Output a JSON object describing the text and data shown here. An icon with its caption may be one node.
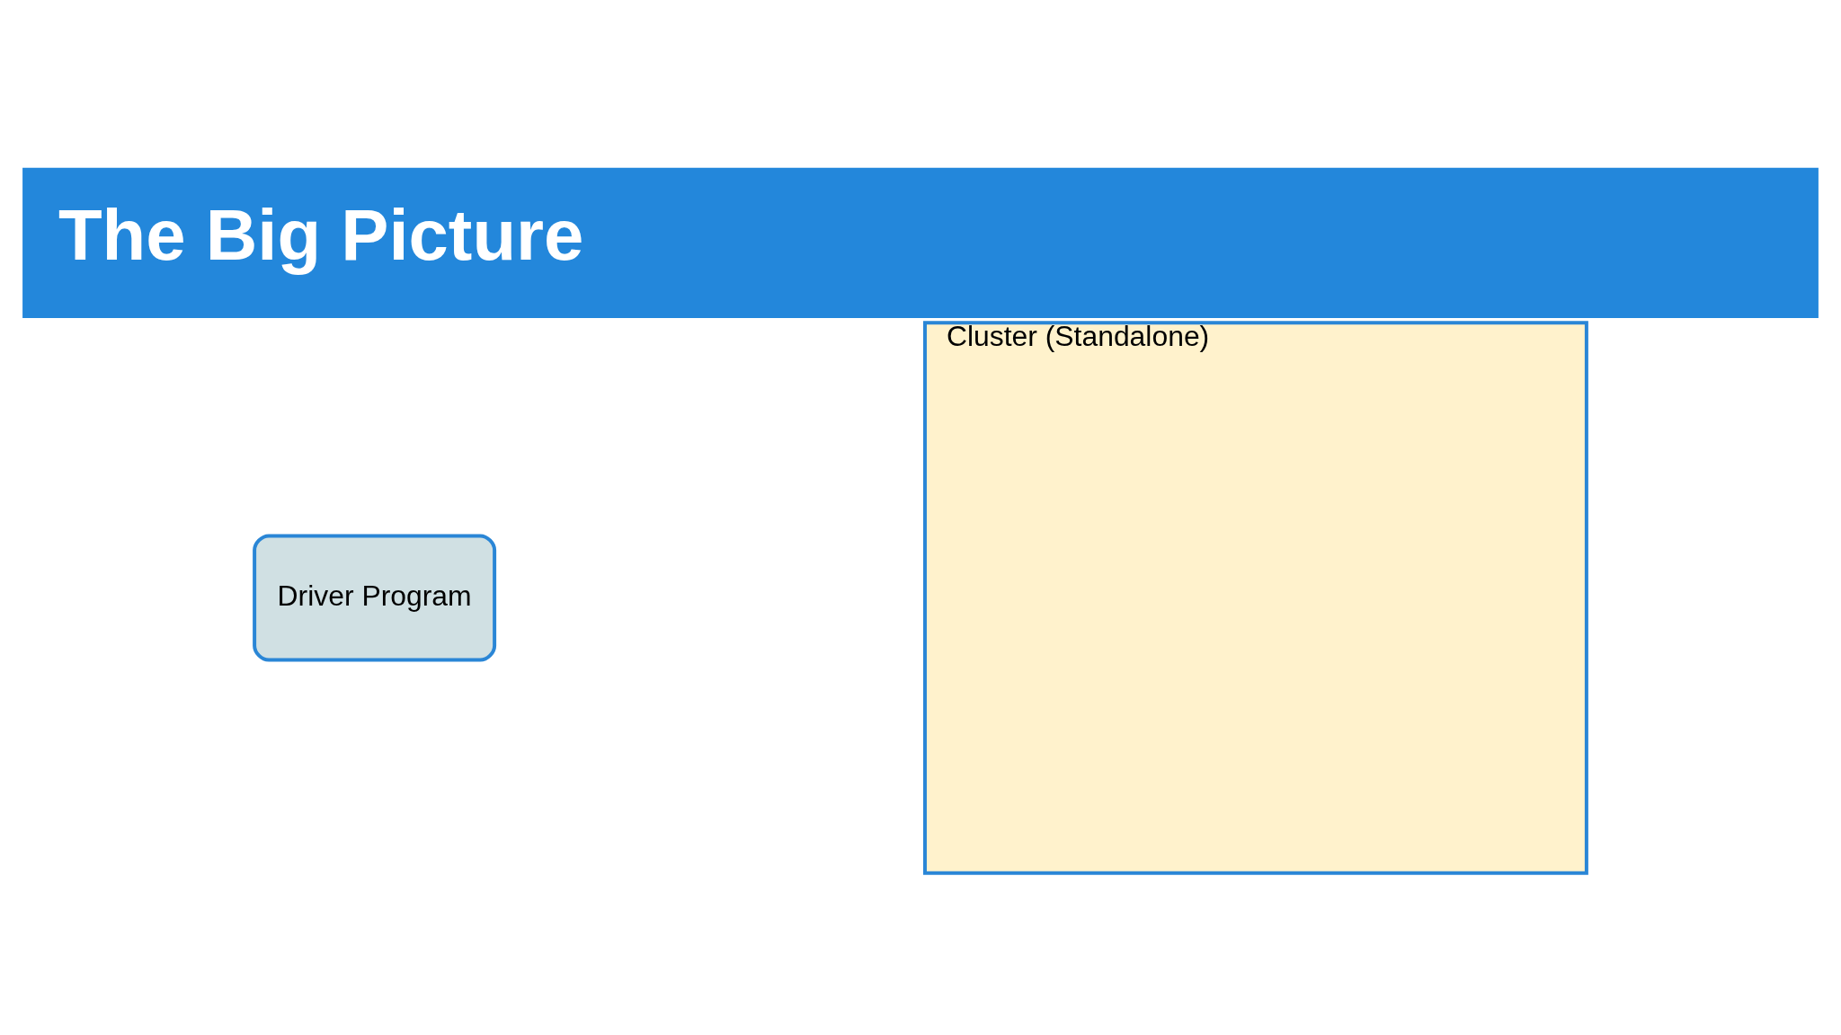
{
  "diagram": {
    "title": "The Big Picture",
    "nodes": [
      {
        "text": [
          "Driver Program"
        ]
      },
      {
        "text": [
          "Cluster (Standalone)"
        ]
      }
    ]
  }
}
